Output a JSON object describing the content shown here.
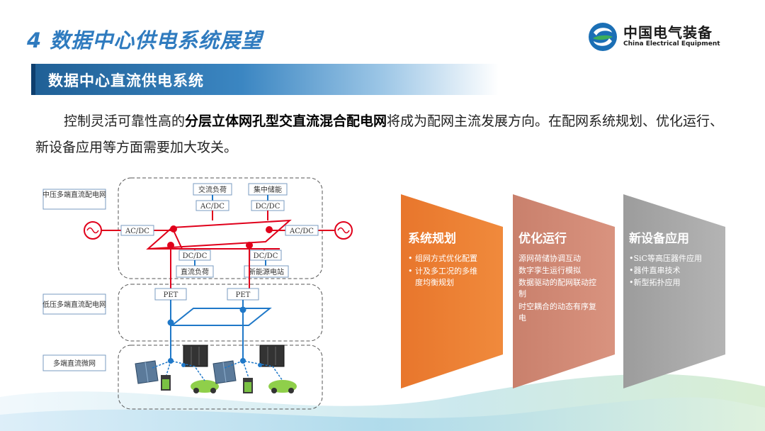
{
  "header": {
    "title": "4  数据中心供电系统展望",
    "logo_cn": "中国电气装备",
    "logo_en": "China Electrical Equipment"
  },
  "section": {
    "subtitle": "数据中心直流供电系统"
  },
  "intro": {
    "part1": "控制灵活可靠性高的",
    "bold": "分层立体网孔型交直流混合配电网",
    "part2": "将成为配网主流发展方向。在配网系统规划、优化运行、新设备应用等方面需要加大攻关。"
  },
  "diagram": {
    "layers": [
      "中压多端直流配电网",
      "低压多端直流配电网",
      "多端直流微网"
    ],
    "boxes": {
      "ac_load": "交流负荷",
      "storage": "集中储能",
      "acdc_top_left": "AC/DC",
      "dcdc_top_right": "DC/DC",
      "acdc_left": "AC/DC",
      "acdc_right": "AC/DC",
      "dcdc_mid_left": "DC/DC",
      "dcdc_mid_right": "DC/DC",
      "dc_load": "直流负荷",
      "new_energy": "新能源电站",
      "pet_left": "PET",
      "pet_right": "PET"
    }
  },
  "cards": [
    {
      "title": "系统规划",
      "items": [
        "组网方式优化配置",
        "计及多工况的多维度均衡规划"
      ],
      "color": "#e8762c"
    },
    {
      "title": "优化运行",
      "items": [
        "源网荷储协调互动",
        "数字孪生运行模拟",
        "数据驱动的配网联动控制",
        "时空耦合的动态有序复电"
      ],
      "color": "#c9806c"
    },
    {
      "title": "新设备应用",
      "items": [
        "SiC等高压器件应用",
        "器件直串技术",
        "新型拓扑应用"
      ],
      "color": "#a6a6a6"
    }
  ],
  "colors": {
    "title_blue": "#2f7bbf",
    "grid_red": "#e0001b",
    "dc_blue": "#1f78c8"
  }
}
